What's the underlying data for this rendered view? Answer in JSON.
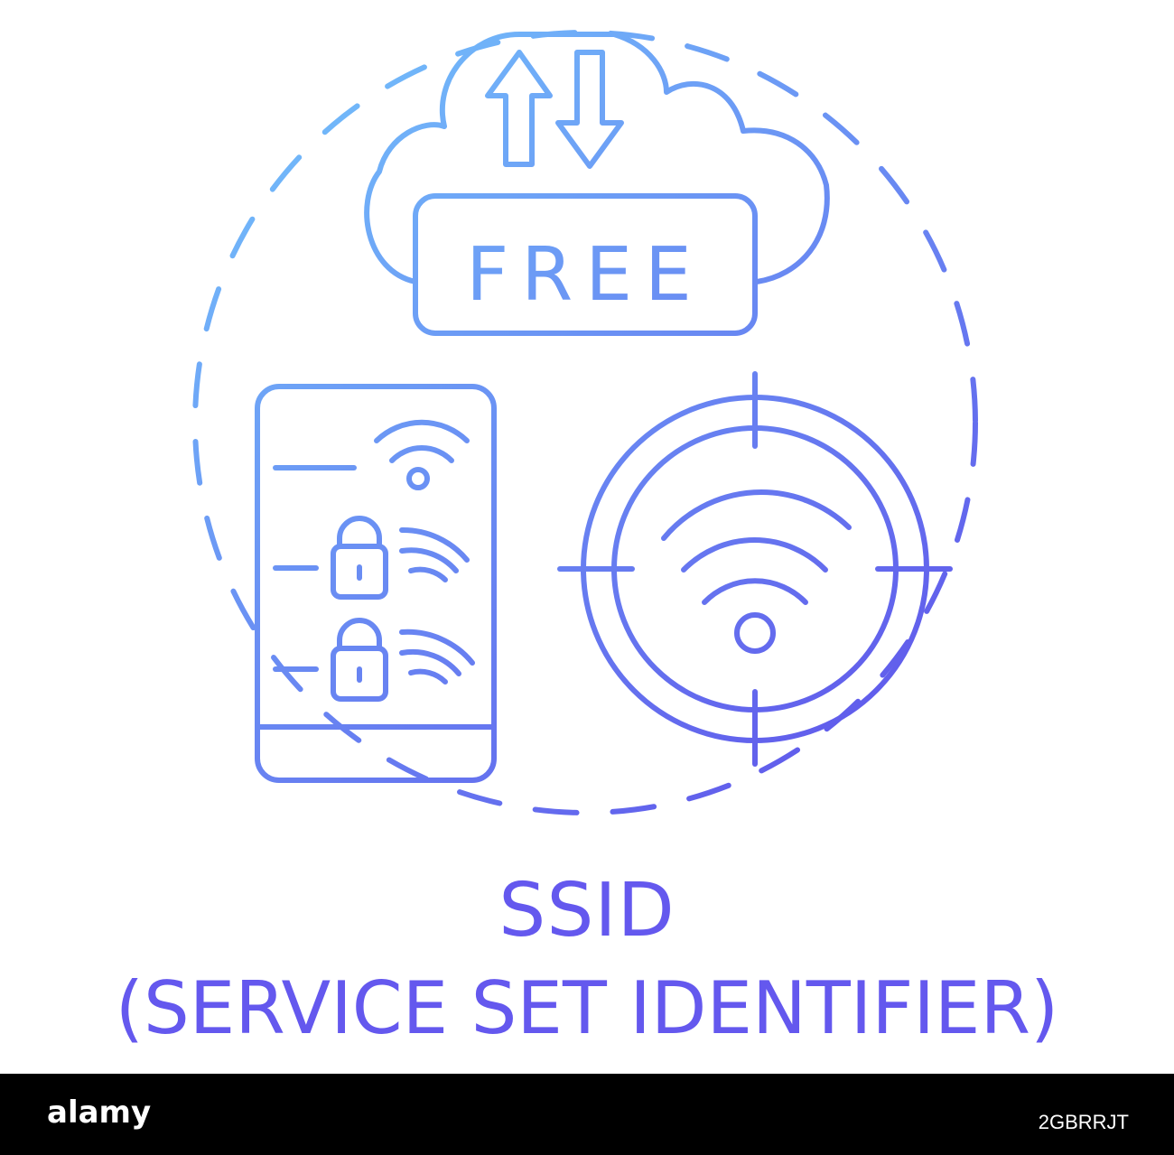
{
  "illustration": {
    "badge_text": "FREE",
    "colors": {
      "gradient_light": "#73c2fb",
      "gradient_dark": "#5f52ea",
      "title_color": "#6458ee"
    },
    "icons": [
      "cloud-icon",
      "upload-arrow-icon",
      "download-arrow-icon",
      "smartphone-icon",
      "wifi-icon",
      "lock-icon",
      "target-crosshair-icon"
    ]
  },
  "caption": {
    "title": "SSID",
    "subtitle": "(SERVICE SET IDENTIFIER)"
  },
  "watermark": {
    "logo": "alamy",
    "image_id": "2GBRRJT"
  }
}
